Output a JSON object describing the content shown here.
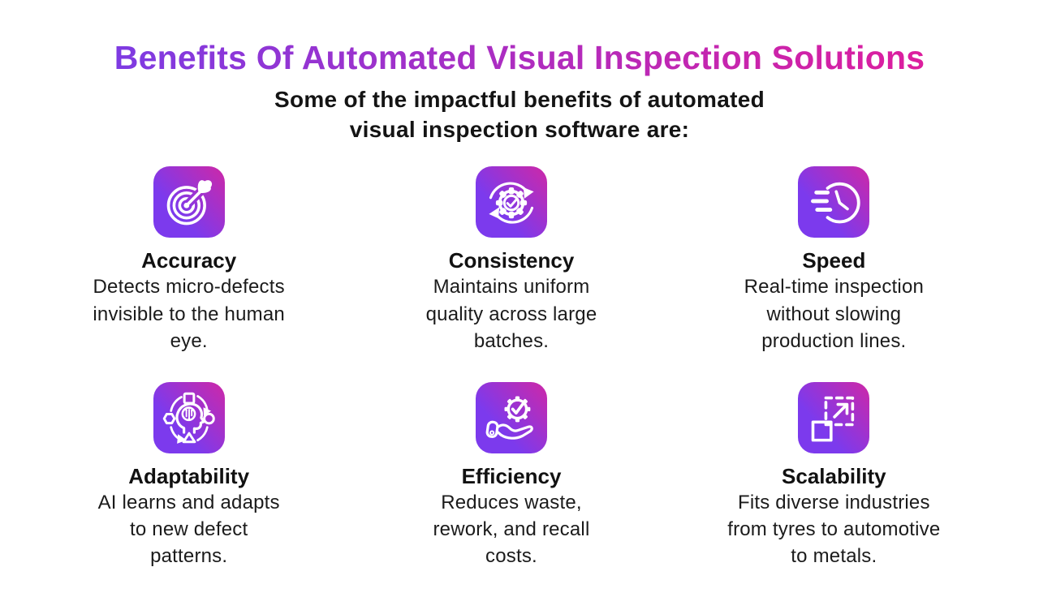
{
  "header": {
    "title": "Benefits Of Automated Visual Inspection Solutions",
    "subtitle_lines": [
      "Some of the impactful benefits of automated",
      "visual inspection software are:"
    ]
  },
  "colors": {
    "title_gradient_start": "#7E3BE2",
    "title_gradient_end": "#DD1E9E",
    "icon_gradient_start": "#7C3AED",
    "icon_gradient_end": "#CE28A7",
    "text": "#1B1B1B",
    "background": "#FFFFFF"
  },
  "benefits": [
    {
      "icon": "target-dart-icon",
      "title": "Accuracy",
      "lines": [
        "Detects micro-defects",
        "invisible to the human",
        "eye."
      ]
    },
    {
      "icon": "gear-check-sync-icon",
      "title": "Consistency",
      "lines": [
        "Maintains uniform",
        "quality across large",
        "batches."
      ]
    },
    {
      "icon": "clock-speed-icon",
      "title": "Speed",
      "lines": [
        "Real-time inspection",
        "without slowing",
        "production lines."
      ]
    },
    {
      "icon": "ai-head-adapt-icon",
      "title": "Adaptability",
      "lines": [
        "AI learns and adapts",
        "to new defect",
        "patterns."
      ]
    },
    {
      "icon": "hand-gear-check-icon",
      "title": "Efficiency",
      "lines": [
        "Reduces waste,",
        "rework, and recall",
        "costs."
      ]
    },
    {
      "icon": "scale-expand-icon",
      "title": "Scalability",
      "lines": [
        "Fits diverse industries",
        "from tyres to automotive",
        "to metals."
      ]
    }
  ]
}
